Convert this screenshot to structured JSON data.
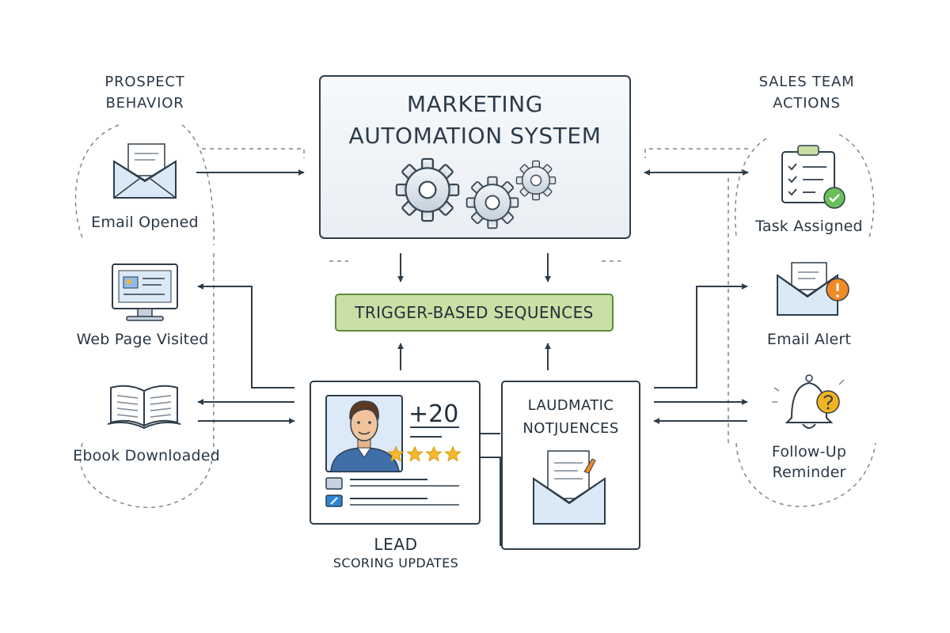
{
  "prospect_behavior": {
    "heading_line1": "PROSPECT",
    "heading_line2": "BEHAVIOR",
    "items": [
      {
        "label": "Email Opened",
        "icon": "envelope-letter-icon"
      },
      {
        "label": "Web Page Visited",
        "icon": "monitor-icon"
      },
      {
        "label": "Ebook Downloaded",
        "icon": "open-book-icon"
      }
    ]
  },
  "sales_team_actions": {
    "heading_line1": "SALES TEAM",
    "heading_line2": "ACTIONS",
    "items": [
      {
        "label": "Task Assigned",
        "icon": "clipboard-check-icon"
      },
      {
        "label": "Email Alert",
        "icon": "envelope-alert-icon"
      },
      {
        "label_line1": "Follow-Up",
        "label_line2": "Reminder",
        "icon": "bell-reminder-icon"
      }
    ]
  },
  "automation_system": {
    "title_line1": "MARKETING",
    "title_line2": "AUTOMATION SYSTEM",
    "icon": "gears-icon"
  },
  "trigger_sequences": {
    "label": "TRIGGER-BASED SEQUENCES"
  },
  "lead_scoring": {
    "score": "+20",
    "stars": 4,
    "caption_line1": "LEAD",
    "caption_line2": "SCORING UPDATES"
  },
  "sequences_card": {
    "title_line1": "LAUDMATIC",
    "title_line2": "NOTJUENCES",
    "icon": "envelope-document-icon"
  },
  "colors": {
    "line": "#2f3d4a",
    "dashed": "#7b8794",
    "panel_fill": "#f1f4f7",
    "trigger_fill": "#c8e0a4",
    "trigger_border": "#5f8a3c",
    "icon_blue": "#dbe9f6",
    "star": "#f5b82e",
    "alert_orange": "#f08a24",
    "check_green": "#6bbf59",
    "reminder_yellow": "#f3b31f"
  }
}
